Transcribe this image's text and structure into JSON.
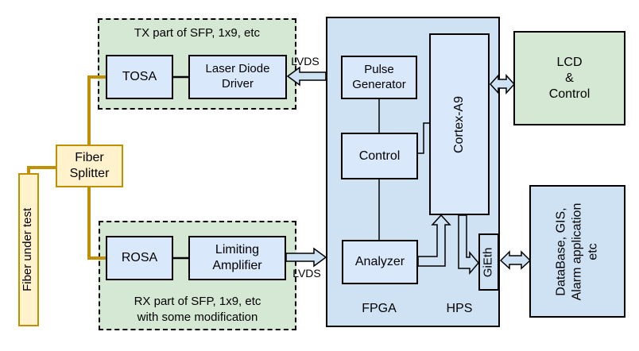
{
  "colors": {
    "block_blue_fill": "#dae8fc",
    "panel_blue_fill": "#cfe2f3",
    "green_fill": "#d5e8d4",
    "yellow_fill": "#fff2cc",
    "fiber_gold": "#bf9000",
    "border": "#000000"
  },
  "blocks": {
    "fiber_under_test": "Fiber under test",
    "fiber_splitter": "Fiber\nSplitter",
    "tx_title": "TX part of SFP, 1x9, etc",
    "tosa": "TOSA",
    "laser_diode_driver": "Laser Diode\nDriver",
    "rx_title": "RX part of SFP, 1x9, etc\nwith some modification",
    "rosa": "ROSA",
    "limiting_amplifier": "Limiting\nAmplifier",
    "pulse_generator": "Pulse\nGenerator",
    "control": "Control",
    "analyzer": "Analyzer",
    "cortex_a9": "Cortex-A9",
    "gieth": "GiEth",
    "fpga_label": "FPGA",
    "hps_label": "HPS",
    "lcd_control": "LCD\n&\nControl",
    "database": "DataBase, GIS,\nAlarm application\netc",
    "lvds_top": "LVDS",
    "lvds_bottom": "LVDS"
  }
}
